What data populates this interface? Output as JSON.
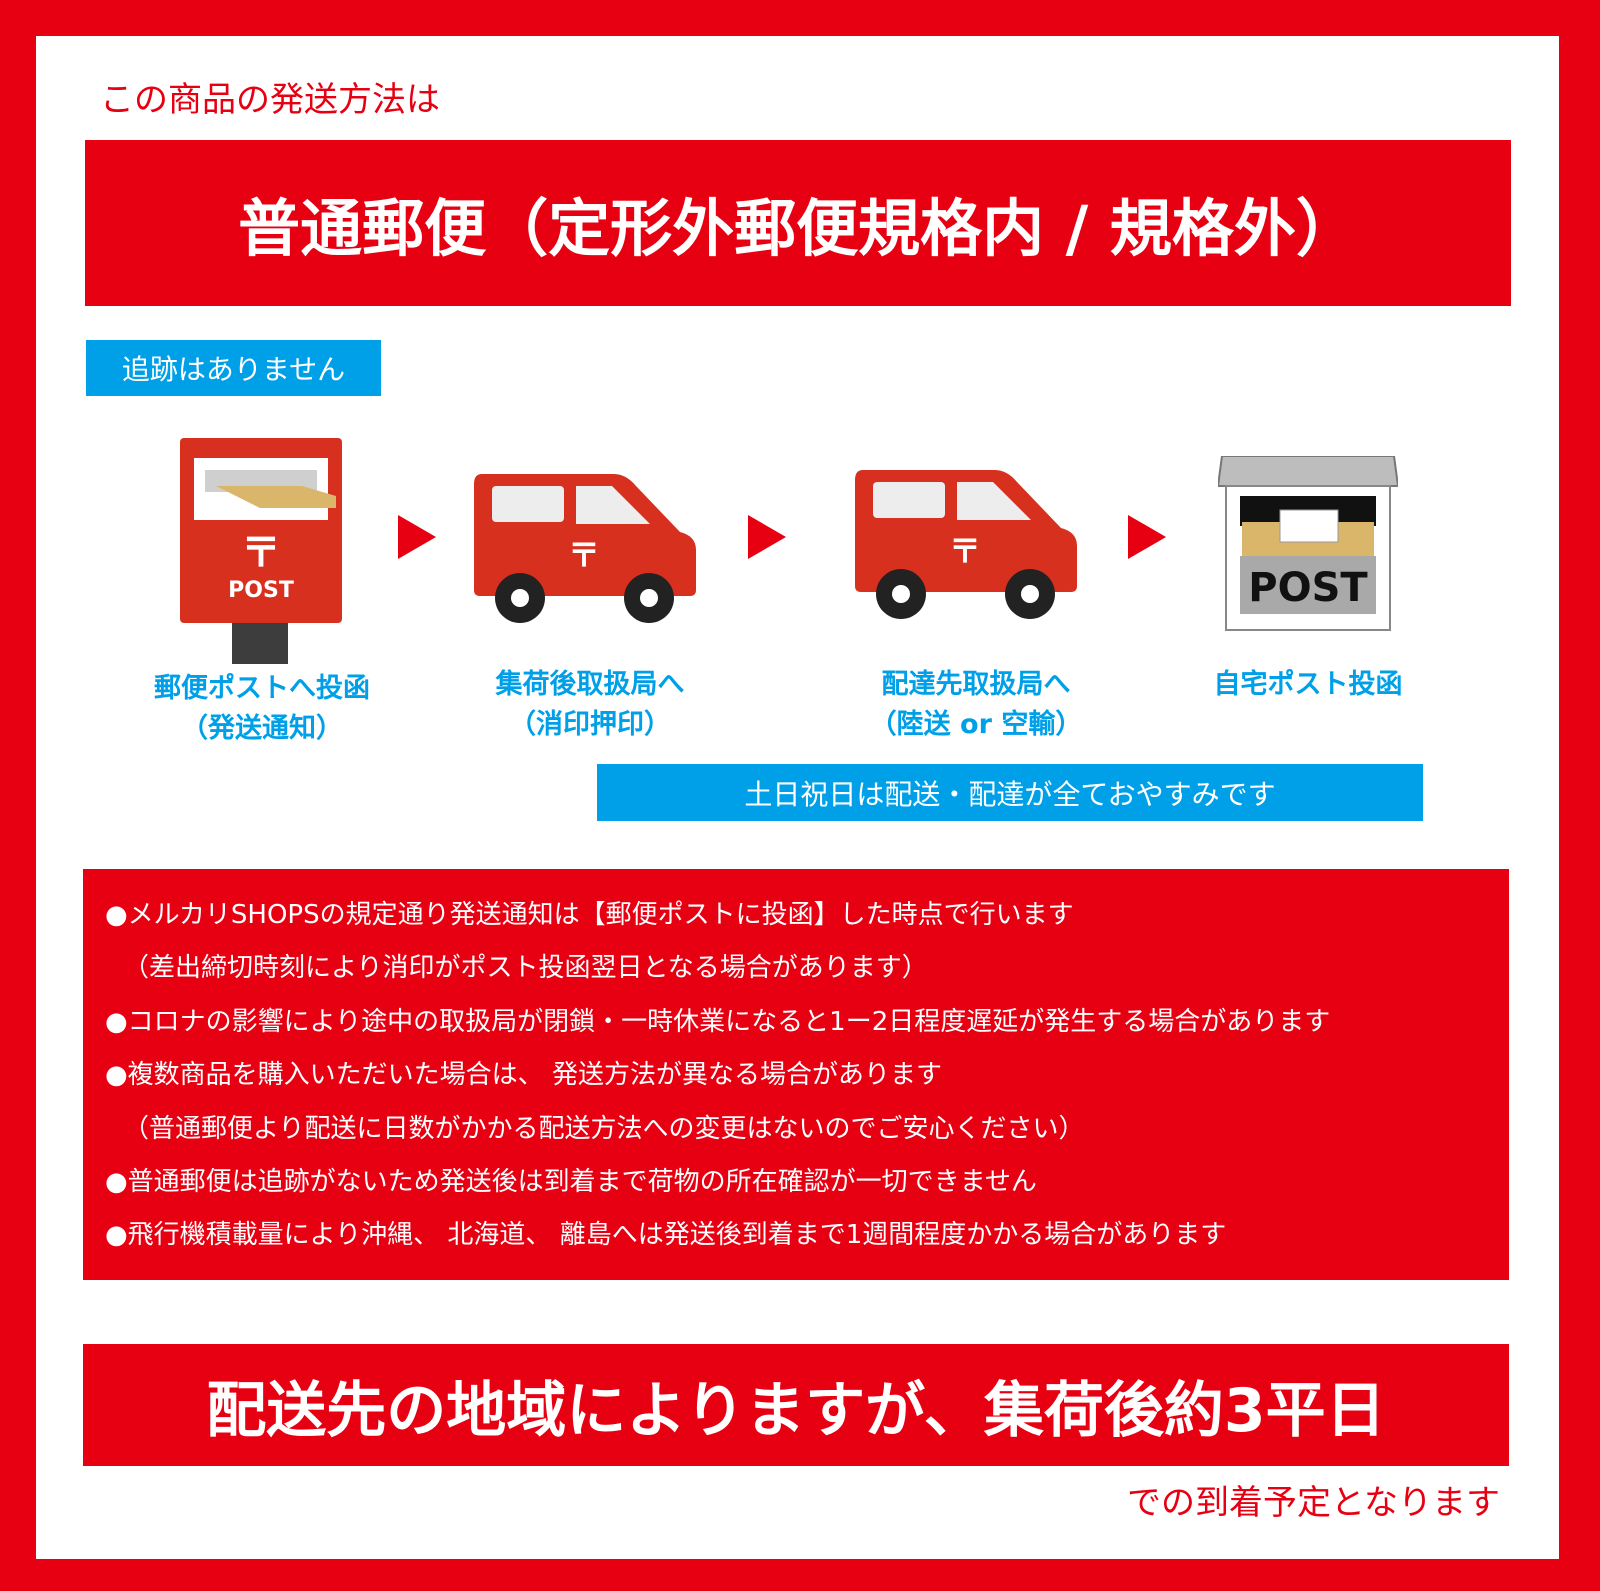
{
  "header": {
    "intro": "この商品の発送方法は",
    "method": "普通郵便（定形外郵便規格内 / 規格外）"
  },
  "tags": {
    "tracking": "追跡はありません",
    "holiday": "土日祝日は配送・配達が全ておやすみです"
  },
  "steps": [
    {
      "icon": "postbox-icon",
      "line1": "郵便ポストへ投函",
      "line2": "（発送通知）"
    },
    {
      "icon": "mail-van-icon",
      "line1": "集荷後取扱局へ",
      "line2": "（消印押印）"
    },
    {
      "icon": "mail-van-icon",
      "line1": "配達先取扱局へ",
      "line2": "（陸送 or 空輸）"
    },
    {
      "icon": "home-mailbox-icon",
      "line1": "自宅ポスト投函",
      "line2": ""
    }
  ],
  "icons": {
    "postbox_label": "POST",
    "mailbox_label": "POST",
    "postal_mark": "〒"
  },
  "notes": [
    "●メルカリSHOPSの規定通り発送通知は【郵便ポストに投函】した時点で行います",
    "（差出締切時刻により消印がポスト投函翌日となる場合があります）",
    "●コロナの影響により途中の取扱局が閉鎖・一時休業になると1ー2日程度遅延が発生する場合があります",
    "●複数商品を購入いただいた場合は、 発送方法が異なる場合があります",
    "（普通郵便より配送に日数がかかる配送方法への変更はないのでご安心ください）",
    "●普通郵便は追跡がないため発送後は到着まで荷物の所在確認が一切できません",
    "●飛行機積載量により沖縄、 北海道、 離島へは発送後到着まで1週間程度かかる場合があります"
  ],
  "footer": {
    "banner": "配送先の地域によりますが、集荷後約3平日",
    "sub": "での到着予定となります"
  },
  "colors": {
    "red": "#e60012",
    "blue": "#00a0e9",
    "icon_red": "#d7301f"
  }
}
